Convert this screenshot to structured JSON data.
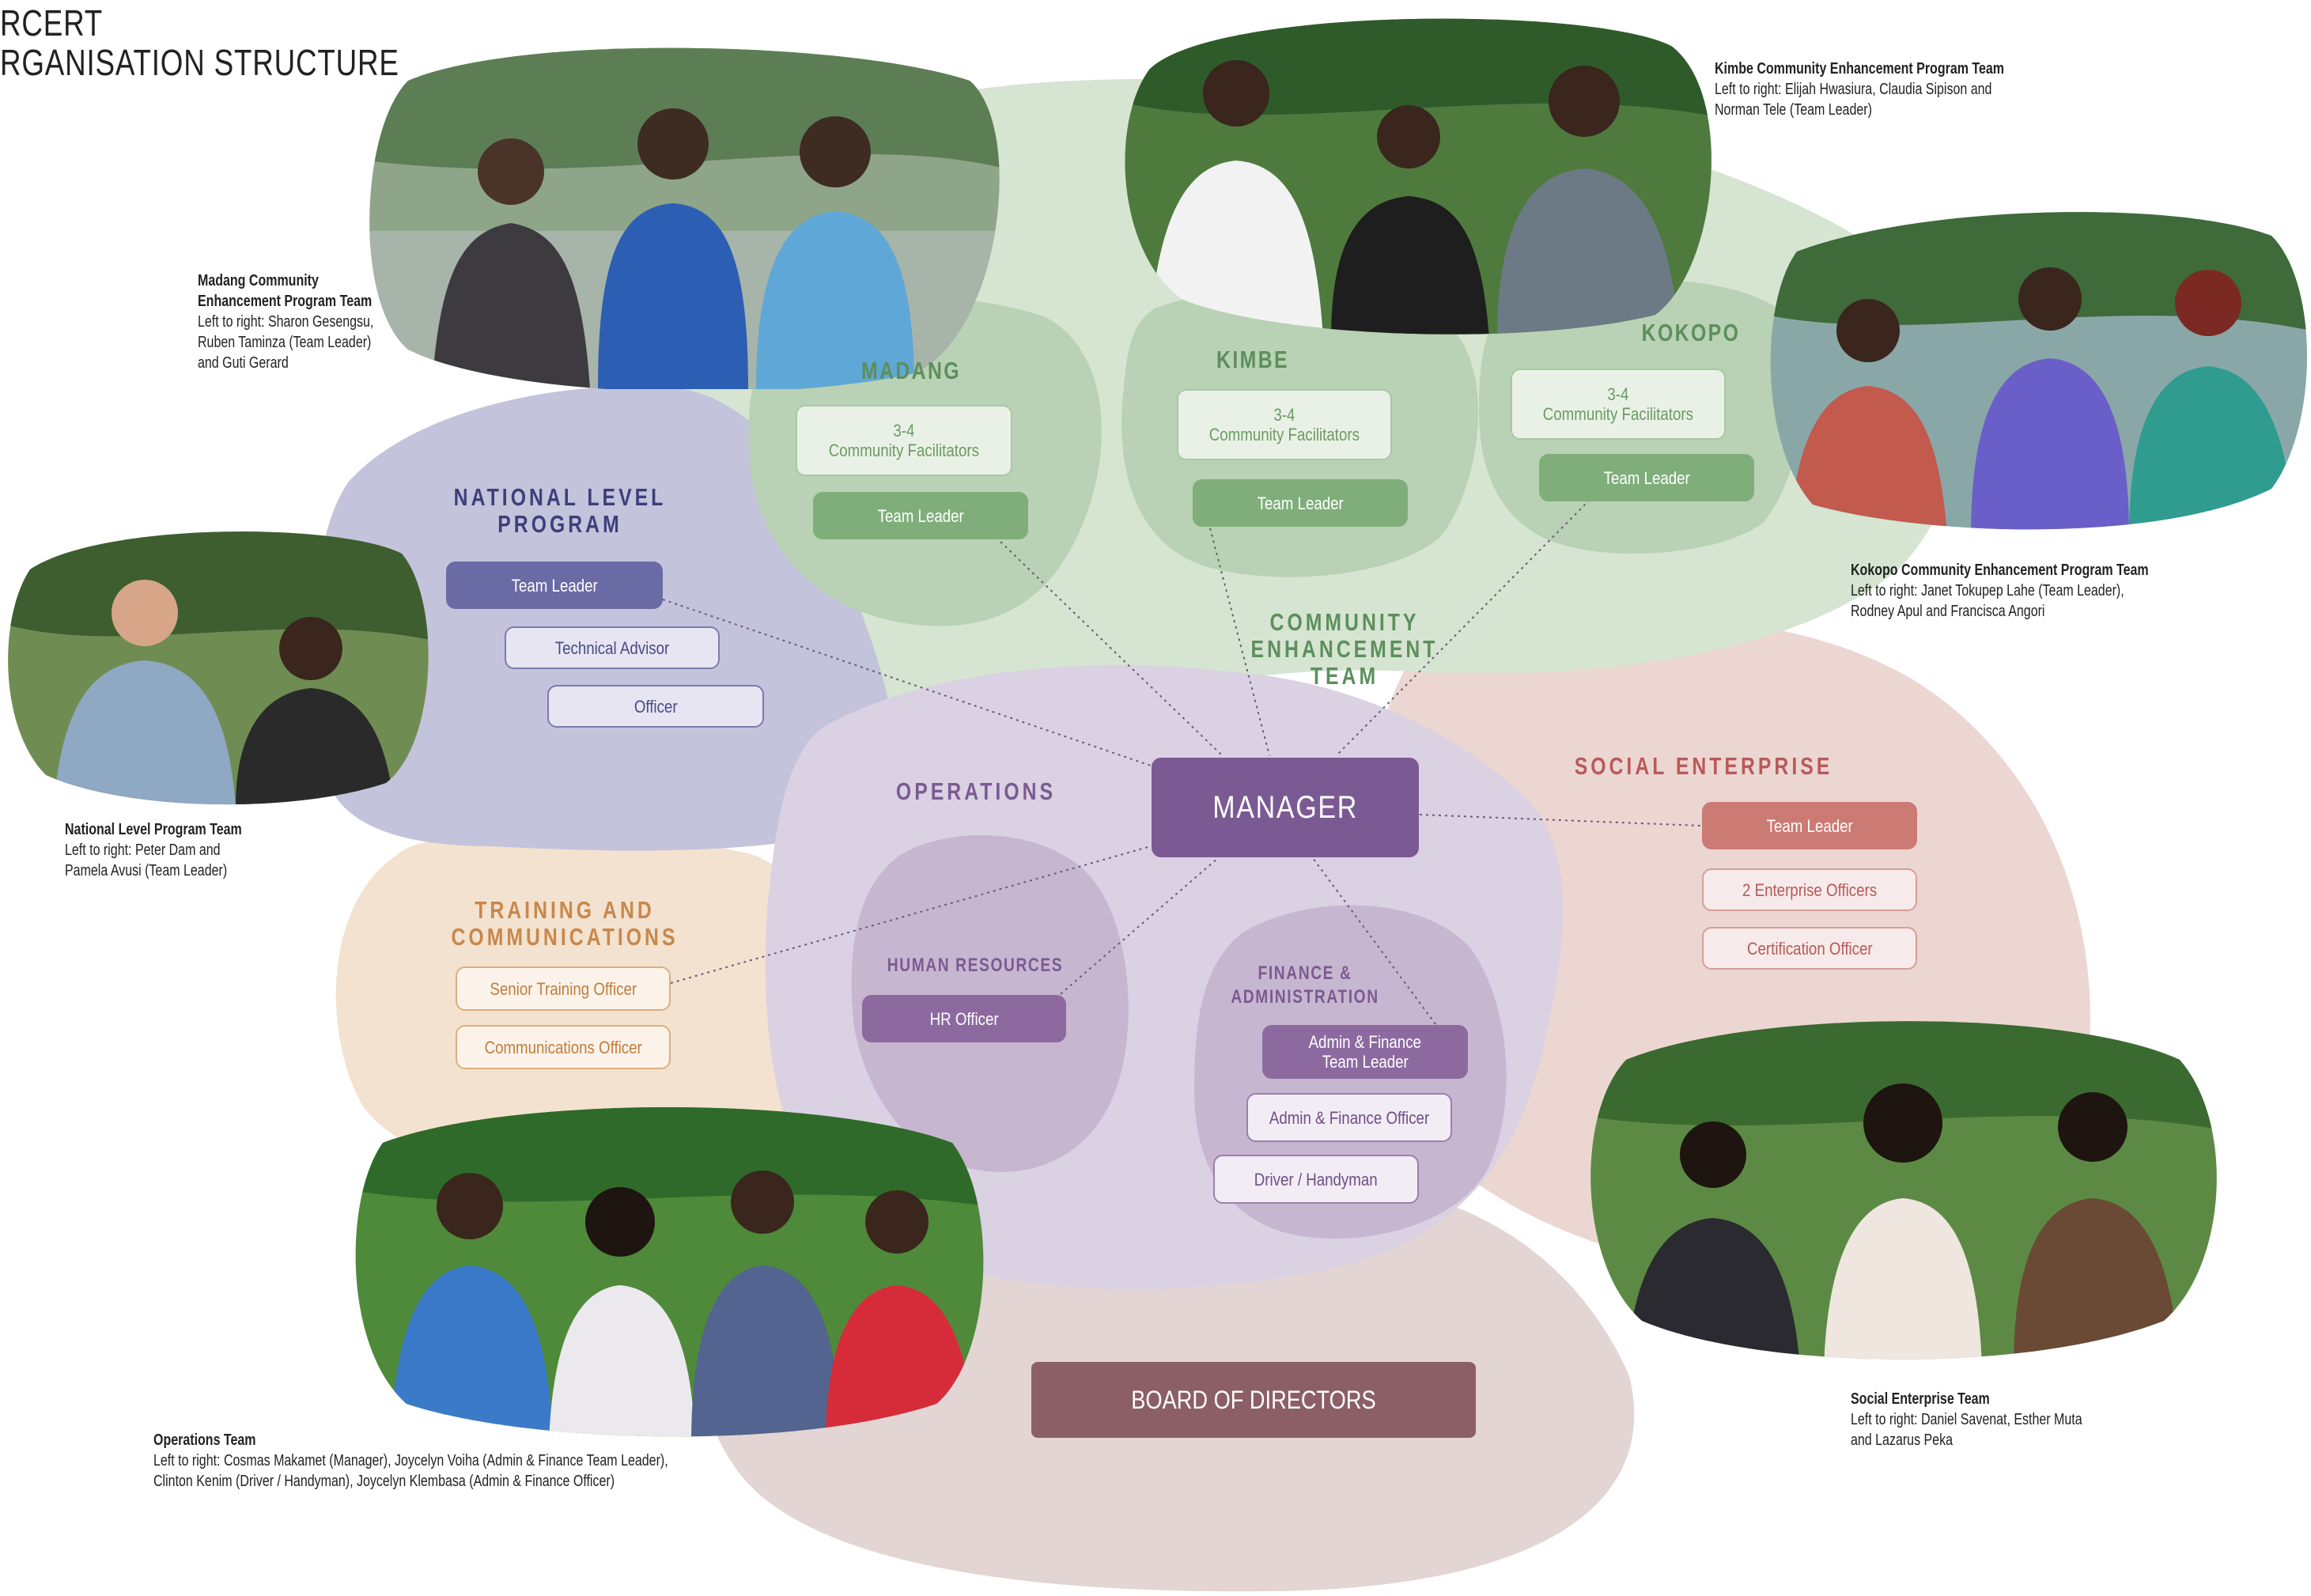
{
  "document": {
    "title_line1": "RCERT",
    "title_line2": "RGANISATION STRUCTURE"
  },
  "colors": {
    "green_accent": "#5c8f5c",
    "green_box": "#7fae7a",
    "purple_accent": "#3d3f7a",
    "purple_box": "#6a6aa5",
    "manager": "#7b5a93",
    "operations": "#7b5a93",
    "training": "#c8874b",
    "social": "#b85a5a",
    "social_box": "#cc7a74",
    "board": "#8c5f66"
  },
  "sections": {
    "madang": {
      "title": "MADANG",
      "facilitators_line1": "3-4",
      "facilitators_line2": "Community Facilitators",
      "team_leader": "Team Leader"
    },
    "kimbe": {
      "title": "KIMBE",
      "facilitators_line1": "3-4",
      "facilitators_line2": "Community Facilitators",
      "team_leader": "Team Leader"
    },
    "kokopo": {
      "title": "KOKOPO",
      "facilitators_line1": "3-4",
      "facilitators_line2": "Community Facilitators",
      "team_leader": "Team Leader"
    },
    "community_enhancement": {
      "line1": "COMMUNITY",
      "line2": "ENHANCEMENT",
      "line3": "TEAM"
    },
    "national": {
      "line1": "NATIONAL LEVEL",
      "line2": "PROGRAM",
      "team_leader": "Team Leader",
      "technical_advisor": "Technical Advisor",
      "officer": "Officer"
    },
    "operations": {
      "title": "OPERATIONS",
      "manager": "MANAGER",
      "hr_title": "HUMAN RESOURCES",
      "hr_officer": "HR Officer",
      "finance_line1": "FINANCE &",
      "finance_line2": "ADMINISTRATION",
      "afl_line1": "Admin & Finance",
      "afl_line2": "Team Leader",
      "af_officer": "Admin & Finance Officer",
      "driver": "Driver / Handyman"
    },
    "training": {
      "line1": "TRAINING AND",
      "line2": "COMMUNICATIONS",
      "senior": "Senior Training Officer",
      "comms": "Communications Officer"
    },
    "social": {
      "title": "SOCIAL ENTERPRISE",
      "team_leader": "Team Leader",
      "enterprise": "2 Enterprise Officers",
      "certification": "Certification Officer"
    },
    "board": {
      "label": "BOARD OF DIRECTORS"
    }
  },
  "captions": {
    "madang": {
      "line1": "Madang Community",
      "line2": "Enhancement Program Team",
      "line3": "Left to right: Sharon Gesengsu,",
      "line4": "Ruben Taminza (Team Leader)",
      "line5": "and Guti Gerard"
    },
    "kimbe": {
      "line1": "Kimbe Community Enhancement Program Team",
      "line2": "Left to right: Elijah Hwasiura, Claudia Sipison and",
      "line3": "Norman Tele (Team Leader)"
    },
    "kokopo": {
      "line1": "Kokopo Community Enhancement Program Team",
      "line2": "Left to right: Janet Tokupep Lahe (Team Leader),",
      "line3": "Rodney Apul and Francisca Angori"
    },
    "national": {
      "line1": "National Level Program Team",
      "line2": "Left to right: Peter Dam and",
      "line3": "Pamela Avusi (Team Leader)"
    },
    "operations": {
      "line1": "Operations Team",
      "line2": "Left to right: Cosmas Makamet (Manager), Joycelyn Voiha (Admin & Finance Team Leader),",
      "line3": "Clinton Kenim (Driver / Handyman), Joycelyn Klembasa (Admin & Finance Officer)"
    },
    "social": {
      "line1": "Social Enterprise Team",
      "line2": "Left to right: Daniel Savenat, Esther Muta",
      "line3": "and Lazarus Peka"
    }
  }
}
